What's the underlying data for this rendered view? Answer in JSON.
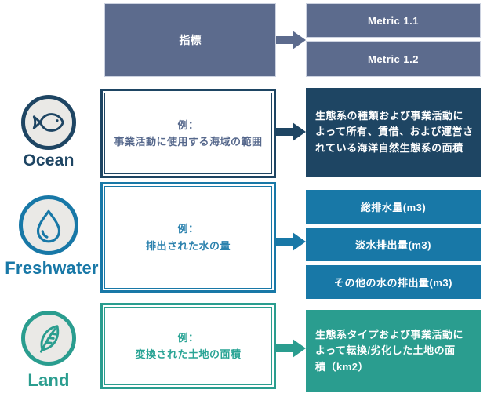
{
  "palette": {
    "slate": "#5c6b8d",
    "navy": "#1e4563",
    "blue": "#1878a7",
    "teal": "#2a9d8f",
    "icon_circle_fill": "#eae9e6"
  },
  "header": {
    "source_label": "指標",
    "metric_1": "Metric 1.1",
    "metric_2": "Metric 1.2"
  },
  "rows": [
    {
      "label": "Ocean",
      "icon": "fish-icon",
      "example_title": "例：",
      "example_body": "事業活動に使用する海域の範囲",
      "output_lines": [
        "生態系の種類および事業活動に",
        "よって所有、賃借、および運営さ",
        "れている海洋自然生態系の面積"
      ]
    },
    {
      "label": "Freshwater",
      "icon": "droplet-icon",
      "example_title": "例：",
      "example_body": "排出された水の量",
      "outputs": [
        "総排水量(m3)",
        "淡水排出量(m3)",
        "その他の水の排出量(m3)"
      ]
    },
    {
      "label": "Land",
      "icon": "leaf-icon",
      "example_title": "例：",
      "example_body": "変換された土地の面積",
      "output_lines": [
        "生態系タイプおよび事業活動に",
        "よって転換/劣化した土地の面",
        "積（km2）"
      ]
    }
  ]
}
